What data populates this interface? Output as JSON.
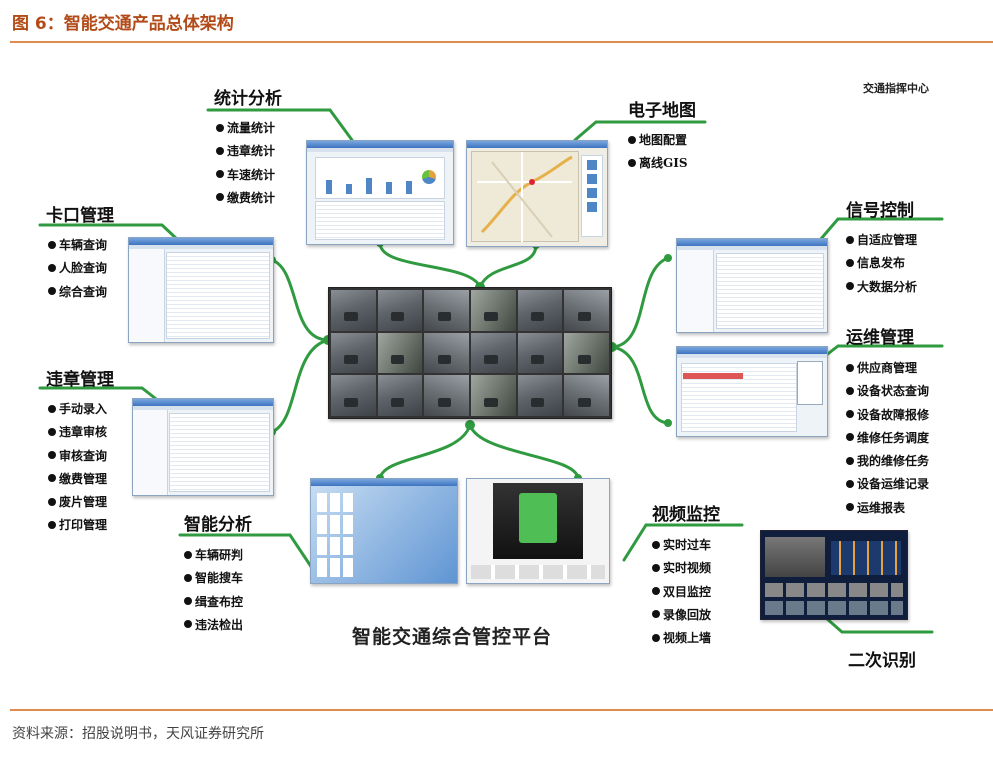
{
  "figure": {
    "title": "图 6：智能交通产品总体架构",
    "source": "资料来源：招股说明书，天风证券研究所"
  },
  "center": {
    "platform_label": "智能交通综合管控平台",
    "command_center_label": "交通指挥中心"
  },
  "modules": {
    "stats": {
      "title": "统计分析",
      "items": [
        "流量统计",
        "违章统计",
        "车速统计",
        "缴费统计"
      ]
    },
    "map": {
      "title": "电子地图",
      "items": [
        "地图配置",
        "离线GIS"
      ]
    },
    "checkpoint": {
      "title": "卡口管理",
      "items": [
        "车辆查询",
        "人脸查询",
        "综合查询"
      ]
    },
    "violation": {
      "title": "违章管理",
      "items": [
        "手动录入",
        "违章审核",
        "审核查询",
        "缴费管理",
        "废片管理",
        "打印管理"
      ]
    },
    "smart": {
      "title": "智能分析",
      "items": [
        "车辆研判",
        "智能搜车",
        "缉查布控",
        "违法检出"
      ]
    },
    "signal": {
      "title": "信号控制",
      "items": [
        "自适应管理",
        "信息发布",
        "大数据分析"
      ]
    },
    "ops": {
      "title": "运维管理",
      "items": [
        "供应商管理",
        "设备状态查询",
        "设备故障报修",
        "维修任务调度",
        "我的维修任务",
        "设备运维记录",
        "运维报表"
      ]
    },
    "video": {
      "title": "视频监控",
      "items": [
        "实时过车",
        "实时视频",
        "双目监控",
        "录像回放",
        "视频上墙"
      ]
    },
    "recog": {
      "title": "二次识别"
    }
  },
  "colors": {
    "connector": "#2f9a3f",
    "accent_rule": "#e08a4e",
    "title_text": "#b24b18"
  }
}
